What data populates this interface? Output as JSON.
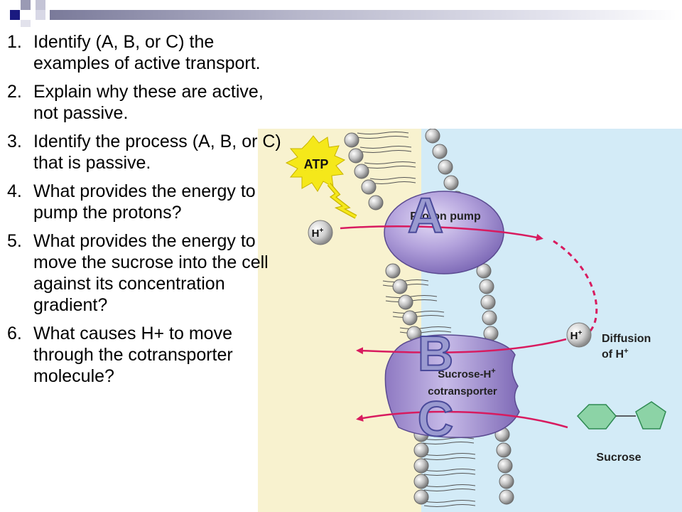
{
  "questions": [
    {
      "num": "1.",
      "text": "Identify (A, B, or C) the examples of active transport."
    },
    {
      "num": "2.",
      "text": "Explain why these are active, not passive."
    },
    {
      "num": "3.",
      "text": "Identify the process (A, B, or C) that is passive."
    },
    {
      "num": "4.",
      "text": "What provides the energy to pump the protons?"
    },
    {
      "num": "5.",
      "text": "What provides the energy to move the sucrose into the cell against its concentration gradient?"
    },
    {
      "num": "6.",
      "text": "What causes H+ to move through the cotransporter molecule?"
    }
  ],
  "diagram": {
    "atp": "ATP",
    "h_left": "H",
    "h_right": "H",
    "plus": "+",
    "proton_pump": "Proton pump",
    "diffusion_line1": "Diffusion",
    "diffusion_line2": "of H",
    "cotransporter_line1": "Sucrose-H",
    "cotransporter_line2": "cotransporter",
    "sucrose": "Sucrose",
    "letter_a": "A",
    "letter_b": "B",
    "letter_c": "C"
  },
  "colors": {
    "outside": "#f8f2cf",
    "inside": "#d3ebf7",
    "arrow": "#d81b5f",
    "protein": "#9a86c8",
    "letters": "#9a9ad0",
    "sucrose_green": "#8cd3a6"
  }
}
